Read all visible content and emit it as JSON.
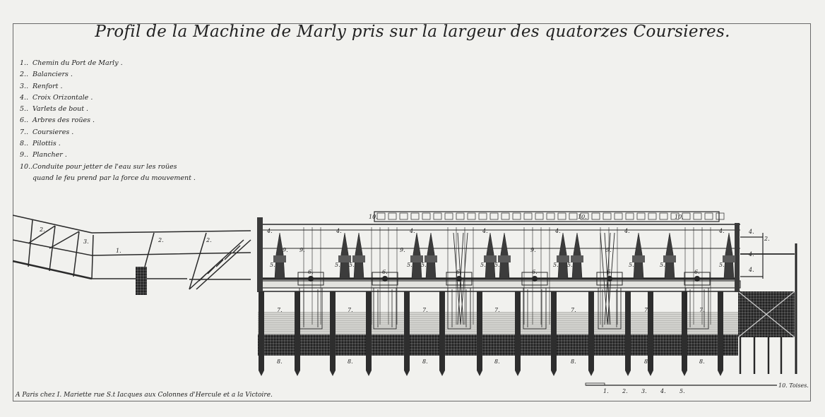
{
  "title": "Profil de la Machine de Marly pris sur la largeur des quatorzes Coursieres.",
  "legend": [
    {
      "num": "1..",
      "label": "Chemin du Port de Marly ."
    },
    {
      "num": "2..",
      "label": "Balanciers ."
    },
    {
      "num": "3..",
      "label": "Renfort ."
    },
    {
      "num": "4..",
      "label": "Croix Orizontale ."
    },
    {
      "num": "5..",
      "label": "Varlets de bout ."
    },
    {
      "num": "6..",
      "label": "Arbres des roües ."
    },
    {
      "num": "7..",
      "label": "Coursieres ."
    },
    {
      "num": "8..",
      "label": "Pilottis ."
    },
    {
      "num": "9..",
      "label": "Plancher ."
    },
    {
      "num": "10..",
      "label": "Conduite pour jetter de l'eau sur les roües",
      "continuation": "quand le feu prend par la force du mouvement ."
    }
  ],
  "imprint": "A Paris chez I. Mariette rue S.t Iacques aux Colonnes d'Hercule et a la Victoire.",
  "scale": {
    "ticks": [
      "1.",
      "2.",
      "3.",
      "4.",
      "5."
    ],
    "unit": "10. Toises."
  },
  "callouts": {
    "one": "1.",
    "two": "2.",
    "three": "3.",
    "four": "4.",
    "five": "5.",
    "six": "6.",
    "seven": "7.",
    "eight": "8.",
    "nine": "9.",
    "ten": "10."
  }
}
